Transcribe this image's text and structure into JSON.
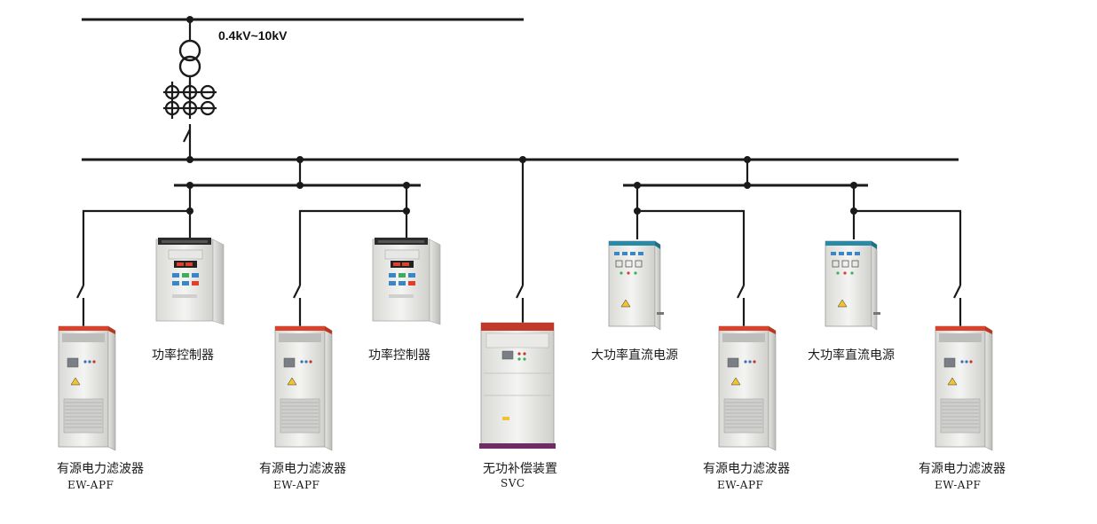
{
  "voltage_label": "0.4kV~10kV",
  "devices": {
    "apf1": {
      "name": "有源电力滤波器",
      "code": "EW-APF"
    },
    "pc1": {
      "name": "功率控制器"
    },
    "apf2": {
      "name": "有源电力滤波器",
      "code": "EW-APF"
    },
    "pc2": {
      "name": "功率控制器"
    },
    "svc": {
      "name": "无功补偿装置",
      "code": "SVC"
    },
    "dc1": {
      "name": "大功率直流电源"
    },
    "apf3": {
      "name": "有源电力滤波器",
      "code": "EW-APF"
    },
    "dc2": {
      "name": "大功率直流电源"
    },
    "apf4": {
      "name": "有源电力滤波器",
      "code": "EW-APF"
    }
  },
  "colors": {
    "line": "#1a1a1a",
    "apf_stripe": "#d9432b",
    "svc_stripe": "#c0392b",
    "svc_base": "#6b2d63",
    "dc_top": "#2a8aa6"
  }
}
